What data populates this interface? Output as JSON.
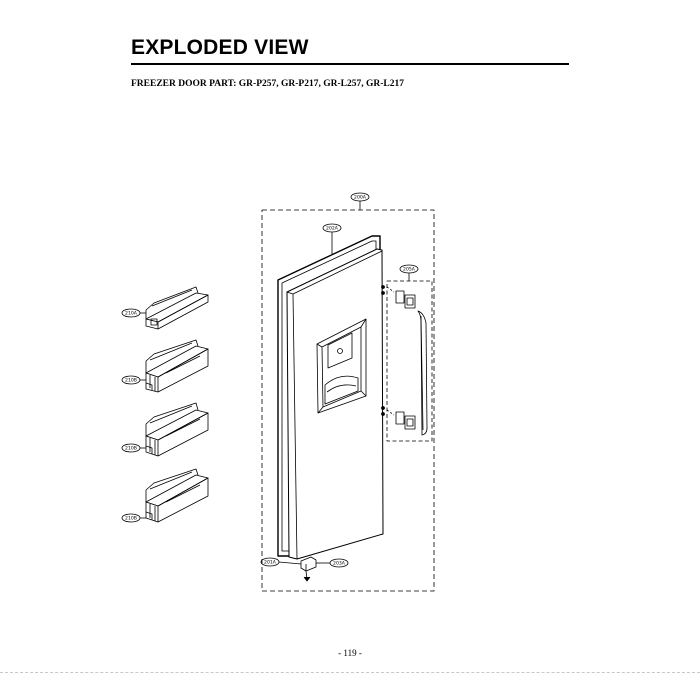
{
  "header": {
    "title": "EXPLODED VIEW",
    "subtitle": "FREEZER DOOR PART: GR-P257, GR-P217, GR-L257, GR-L217"
  },
  "callouts": {
    "door_assembly": "200A",
    "gasket": "202A",
    "handle_assembly": "205A",
    "basket_small": "210A",
    "basket_1": "210B",
    "basket_2": "210B",
    "basket_3": "210B",
    "hinge_left": "201A",
    "hinge_right": "203A"
  },
  "footer": {
    "page_number": "- 119 -"
  }
}
